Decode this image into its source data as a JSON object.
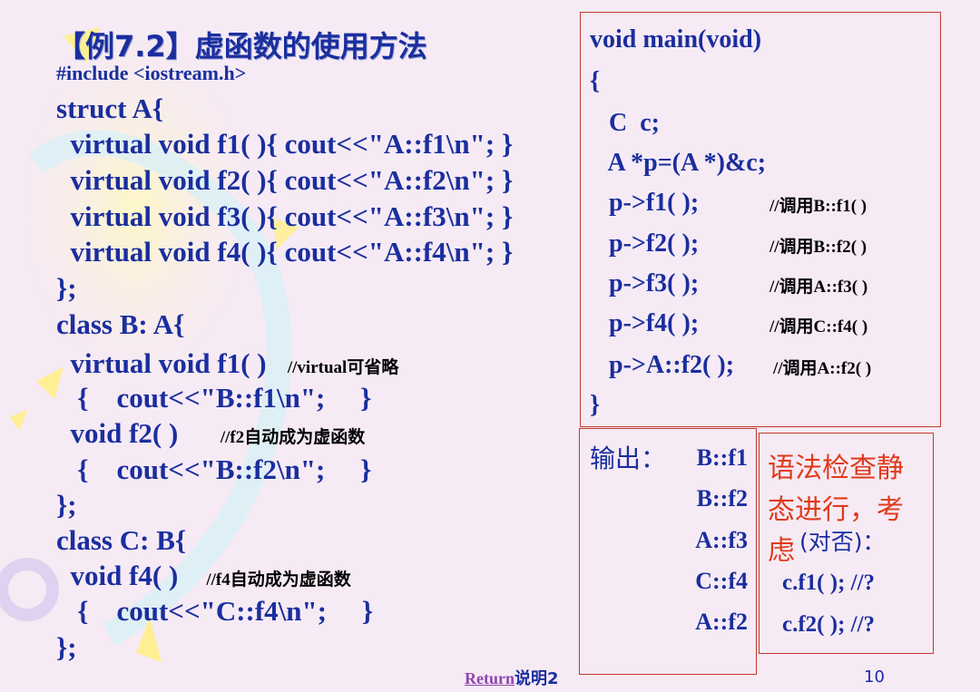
{
  "title": "【例7.2】虚函数的使用方法",
  "left_code": [
    {
      "code": "#include <iostream.h>",
      "comment": ""
    },
    {
      "code": "struct A{",
      "comment": ""
    },
    {
      "code": "  virtual void f1( ){ cout<<\"A::f1\\n\"; }",
      "comment": ""
    },
    {
      "code": "  virtual void f2( ){ cout<<\"A::f2\\n\"; }",
      "comment": ""
    },
    {
      "code": "  virtual void f3( ){ cout<<\"A::f3\\n\"; }",
      "comment": ""
    },
    {
      "code": "  virtual void f4( ){ cout<<\"A::f4\\n\"; }",
      "comment": ""
    },
    {
      "code": "};",
      "comment": ""
    },
    {
      "code": "class B: A{",
      "comment": ""
    },
    {
      "code": "  virtual void f1( )   ",
      "comment": "//virtual可省略"
    },
    {
      "code": "   {    cout<<\"B::f1\\n\";     }",
      "comment": ""
    },
    {
      "code": "  void f2( )      ",
      "comment": "//f2自动成为虚函数"
    },
    {
      "code": "   {    cout<<\"B::f2\\n\";     }",
      "comment": ""
    },
    {
      "code": "};",
      "comment": ""
    },
    {
      "code": "class C: B{",
      "comment": ""
    },
    {
      "code": "  void f4( )    ",
      "comment": "//f4自动成为虚函数"
    },
    {
      "code": "   {    cout<<\"C::f4\\n\";     }",
      "comment": ""
    },
    {
      "code": "};",
      "comment": ""
    }
  ],
  "main_code": [
    {
      "code": "void main(void)",
      "comment": ""
    },
    {
      "code": "{",
      "comment": ""
    },
    {
      "code": "   C  c;",
      "comment": ""
    },
    {
      "code": "   A *p=(A *)&c;",
      "comment": ""
    },
    {
      "code": "   p->f1( );",
      "comment": "//调用B::f1( )"
    },
    {
      "code": "   p->f2( );",
      "comment": "//调用B::f2( )"
    },
    {
      "code": "   p->f3( );",
      "comment": "//调用A::f3( )"
    },
    {
      "code": "   p->f4( );",
      "comment": "//调用C::f4( )"
    },
    {
      "code": "   p->A::f2( );",
      "comment": "//调用A::f2( )"
    },
    {
      "code": "}",
      "comment": ""
    }
  ],
  "output": {
    "label": "输出：",
    "lines": [
      "B::f1",
      "B::f2",
      "A::f3",
      "C::f4",
      "A::f2"
    ]
  },
  "note": {
    "red_lines": [
      "语法检查静",
      "态进行，考",
      "虑"
    ],
    "red_tail": "(对否)：",
    "code_lines": [
      "c.f1( ); //?",
      "c.f2( ); //?"
    ]
  },
  "footer": {
    "link_text": "Return",
    "link_suffix": "说明2",
    "page_number": "10"
  }
}
